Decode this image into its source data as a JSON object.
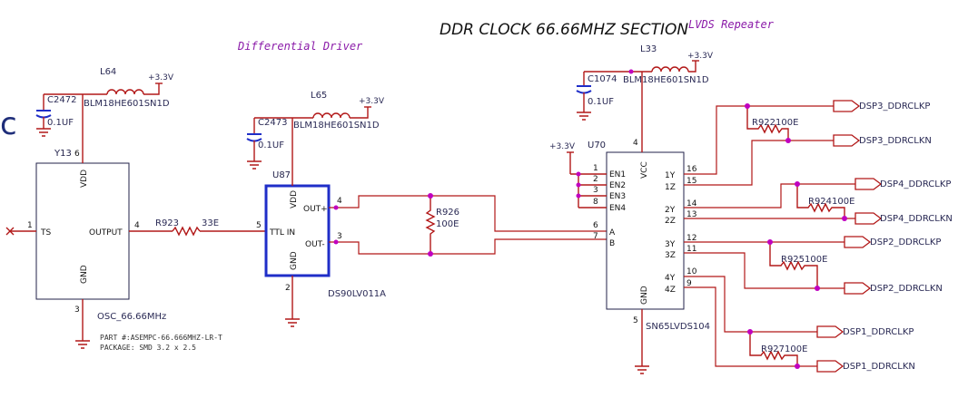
{
  "title": "DDR  CLOCK 66.66MHZ SECTION",
  "diff_driver_label": "Differential Driver",
  "lvds_repeater_label": "LVDS Repeater",
  "power_label": "+3.3V",
  "edge_fragment": "c",
  "osc": {
    "ref": "Y13",
    "value": "OSC_66.66MHz",
    "part_line": "PART #:ASEMPC-66.666MHZ-LR-T",
    "package_line": "PACKAGE: SMD 3.2 x 2.5",
    "pins": {
      "ts": "TS",
      "output": "OUTPUT",
      "vdd": "VDD",
      "gnd": "GND"
    },
    "pin_numbers": {
      "ts": "1",
      "output": "4",
      "vdd": "6",
      "gnd": "3"
    },
    "inductor_ref": "L64",
    "inductor_value": "BLM18HE601SN1D",
    "cap_ref": "C2472",
    "cap_value": "0.1UF"
  },
  "r923": {
    "ref": "R923",
    "value": "33E"
  },
  "driver": {
    "ref": "U87",
    "part": "DS90LV011A",
    "pins": {
      "ttl_in": "TTL IN",
      "out_p": "OUT+",
      "out_n": "OUT-",
      "vdd": "VDD",
      "gnd": "GND"
    },
    "pin_numbers": {
      "ttl_in": "5",
      "out_p": "4",
      "out_n": "3",
      "gnd": "2"
    },
    "inductor_ref": "L65",
    "inductor_value": "BLM18HE601SN1D",
    "cap_ref": "C2473",
    "cap_value": "0.1UF"
  },
  "r926": {
    "ref": "R926",
    "value": "100E"
  },
  "repeater": {
    "ref": "U70",
    "part": "SN65LVDS104",
    "left_pins": [
      {
        "name": "EN1",
        "num": "1"
      },
      {
        "name": "EN2",
        "num": "2"
      },
      {
        "name": "EN3",
        "num": "3"
      },
      {
        "name": "EN4",
        "num": "8"
      },
      {
        "name": "A",
        "num": "6"
      },
      {
        "name": "B",
        "num": "7"
      }
    ],
    "right_pins": [
      {
        "name": "1Y",
        "num": "16"
      },
      {
        "name": "1Z",
        "num": "15"
      },
      {
        "name": "2Y",
        "num": "14"
      },
      {
        "name": "2Z",
        "num": "13"
      },
      {
        "name": "3Y",
        "num": "12"
      },
      {
        "name": "3Z",
        "num": "11"
      },
      {
        "name": "4Y",
        "num": "10"
      },
      {
        "name": "4Z",
        "num": "9"
      }
    ],
    "vcc": "VCC",
    "vcc_num": "4",
    "gnd": "GND",
    "gnd_num": "5",
    "inductor_ref": "L33",
    "inductor_value": "BLM18HE601SN1D",
    "cap_ref": "C1074",
    "cap_value": "0.1UF"
  },
  "terminations": [
    {
      "label": "R922100E"
    },
    {
      "label": "R924100E"
    },
    {
      "label": "R925100E"
    },
    {
      "label": "R927100E"
    }
  ],
  "outputs": [
    "DSP3_DDRCLKP",
    "DSP3_DDRCLKN",
    "DSP4_DDRCLKP",
    "DSP4_DDRCLKN",
    "DSP2_DDRCLKP",
    "DSP2_DDRCLKN",
    "DSP1_DDRCLKP",
    "DSP1_DDRCLKN"
  ]
}
